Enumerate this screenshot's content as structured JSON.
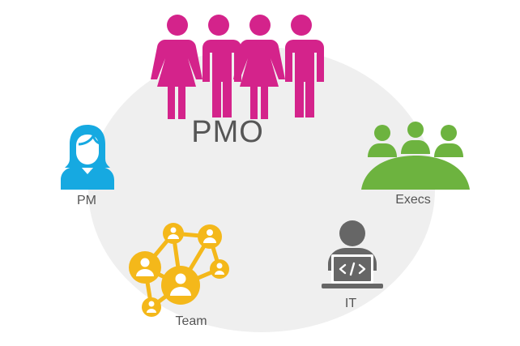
{
  "diagram": {
    "center_label": "PMO",
    "nodes": [
      {
        "id": "pm",
        "label": "PM",
        "icon": "woman-icon",
        "color": "#16a9e1"
      },
      {
        "id": "execs",
        "label": "Execs",
        "icon": "meeting-table-icon",
        "color": "#6db33f"
      },
      {
        "id": "it",
        "label": "IT",
        "icon": "developer-laptop-icon",
        "color": "#666666"
      },
      {
        "id": "team",
        "label": "Team",
        "icon": "network-people-icon",
        "color": "#f4b81a"
      }
    ],
    "pmo_icon": {
      "icon": "people-group-icon",
      "color": "#d4238b"
    },
    "background_color": "#efefef"
  }
}
